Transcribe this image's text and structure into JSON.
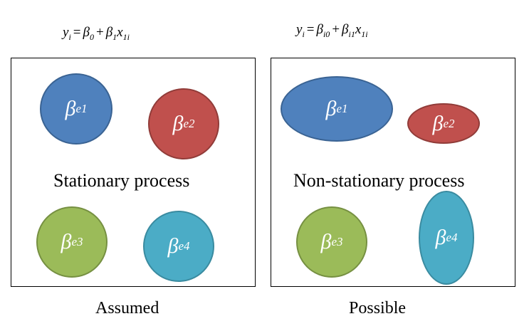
{
  "left": {
    "equation": {
      "lhs": "y",
      "lhs_sub": "i",
      "equals": "=",
      "t1": "β",
      "t1_sub": "0",
      "plus": "+",
      "t2": "β",
      "t2_sub": "1",
      "t3": "x",
      "t3_sub": "1i"
    },
    "process_label": "Stationary process",
    "caption": "Assumed",
    "blobs": [
      {
        "sym": "β",
        "sub": "e1",
        "color": "#4f81bd",
        "border": "#3a6393"
      },
      {
        "sym": "β",
        "sub": "e2",
        "color": "#c0504d",
        "border": "#913c39"
      },
      {
        "sym": "β",
        "sub": "e3",
        "color": "#9bbb59",
        "border": "#769042"
      },
      {
        "sym": "β",
        "sub": "e4",
        "color": "#4bacc6",
        "border": "#3a8ba0"
      }
    ]
  },
  "right": {
    "equation": {
      "lhs": "y",
      "lhs_sub": "i",
      "equals": "=",
      "t1": "β",
      "t1_sub": "i0",
      "plus": "+",
      "t2": "β",
      "t2_sub": "i1",
      "t3": "x",
      "t3_sub": "1i"
    },
    "process_label": "Non-stationary process",
    "caption": "Possible",
    "blobs": [
      {
        "sym": "β",
        "sub": "e1",
        "color": "#4f81bd",
        "border": "#3a6393"
      },
      {
        "sym": "β",
        "sub": "e2",
        "color": "#c0504d",
        "border": "#913c39"
      },
      {
        "sym": "β",
        "sub": "e3",
        "color": "#9bbb59",
        "border": "#769042"
      },
      {
        "sym": "β",
        "sub": "e4",
        "color": "#4bacc6",
        "border": "#3a8ba0"
      }
    ]
  }
}
